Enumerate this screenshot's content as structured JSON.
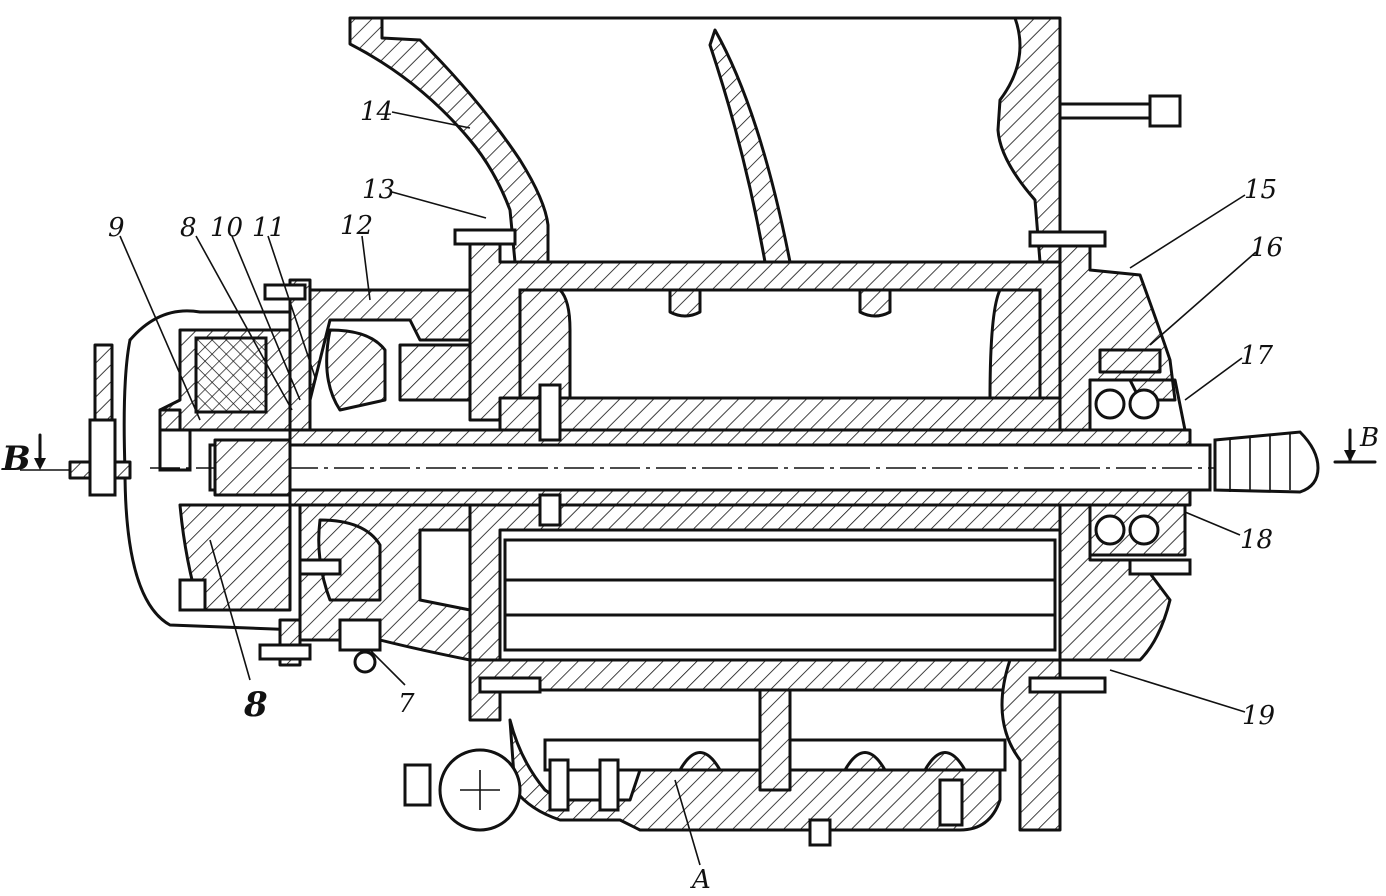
{
  "labels": {
    "l14": "14",
    "l13": "13",
    "l12": "12",
    "l11": "11",
    "l10": "10",
    "l9": "9",
    "l8_top": "8",
    "l8_bottom": "8",
    "l7": "7",
    "l15": "15",
    "l16": "16",
    "l17": "17",
    "l18": "18",
    "l19": "19",
    "lA": "A",
    "section_left": "В",
    "section_right": "В"
  },
  "colors": {
    "ink": "#111111",
    "paper": "#ffffff"
  }
}
